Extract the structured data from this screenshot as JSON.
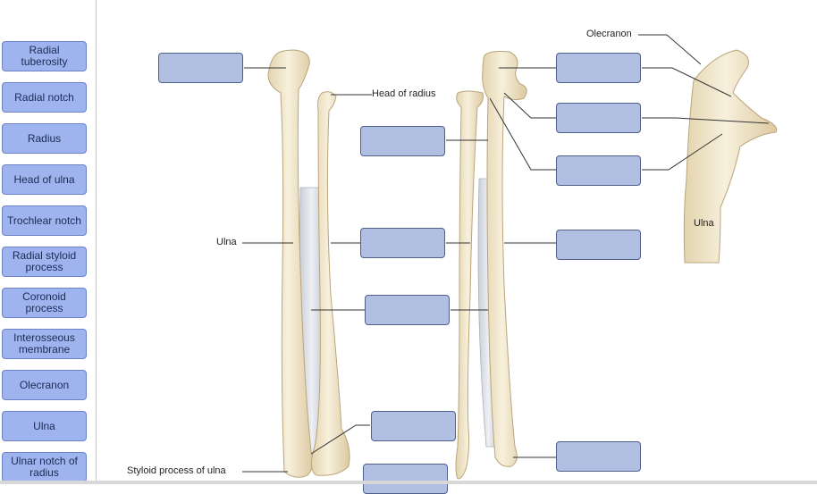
{
  "terms": [
    "Radial tuberosity",
    "Radial notch",
    "Radius",
    "Head of ulna",
    "Trochlear notch",
    "Radial styloid process",
    "Coronoid process",
    "Interosseous membrane",
    "Olecranon",
    "Ulna",
    "Ulnar notch of radius"
  ],
  "fixed_labels": {
    "head_of_radius": "Head of radius",
    "ulna_left": "Ulna",
    "styloid_ulna": "Styloid process of ulna",
    "olecranon": "Olecranon",
    "ulna_inset": "Ulna"
  },
  "colors": {
    "term_fill": "#9fb4ef",
    "dropbox_fill": "#b1bfe3",
    "bone": "#f1e7cf"
  }
}
